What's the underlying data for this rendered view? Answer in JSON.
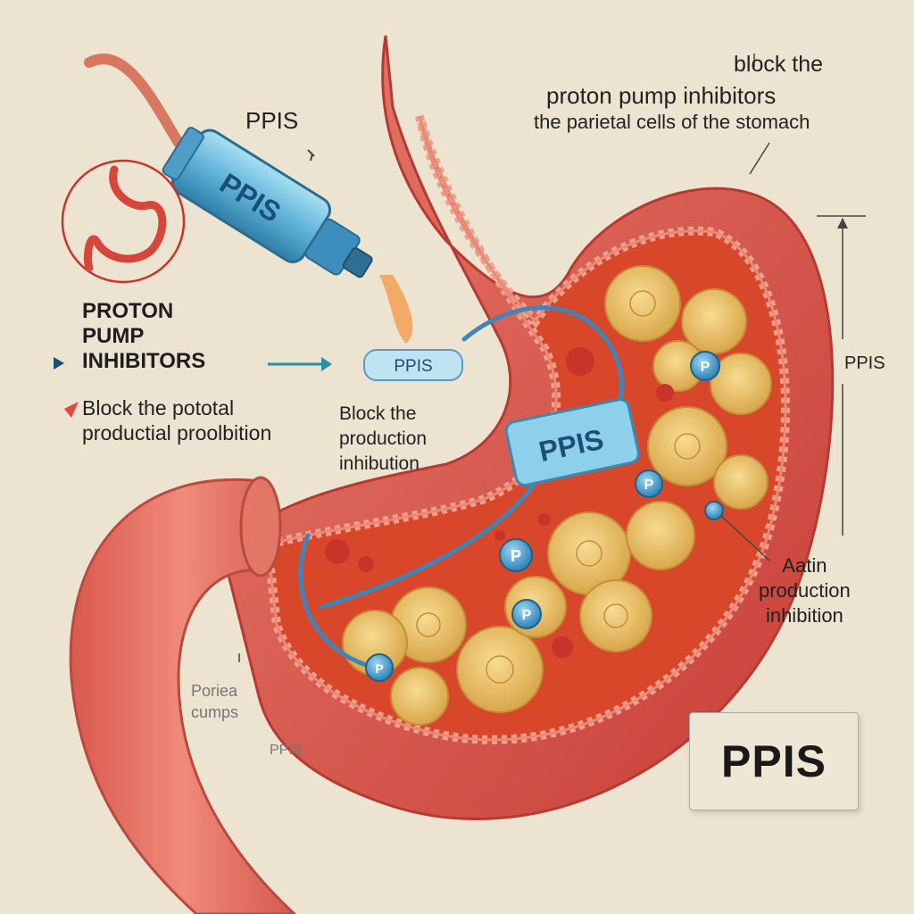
{
  "labels": {
    "top_line1": "block the",
    "top_line2": "proton pump inhibitors",
    "top_line3": "the parietal cells of the stomach",
    "ppis_top": "PPIS",
    "proton_line1": "PROTON",
    "proton_line2": "PUMP",
    "proton_line3": "INHIBITORS",
    "block_left1": "Block the pototal",
    "block_left2": "productial proolbition",
    "block_mid1": "Block the",
    "block_mid2": "production",
    "block_mid3": "inhibution",
    "ppis_right": "PPIS",
    "aatin1": "Aatin",
    "aatin2": "production",
    "aatin3": "inhibition",
    "parietal1": "Poriea",
    "parietal2": "cumps",
    "ppis_small": "PPIS",
    "ppis_box": "PPIS"
  },
  "capsule_label": "PPIS",
  "drug_block_label": "PPIS",
  "small_pill_label": "PPIS",
  "p_markers": [
    "P",
    "P",
    "P",
    "P",
    "P"
  ],
  "colors": {
    "background": "#ece3d0",
    "stomach_wall": "#d9544a",
    "stomach_inner": "#e0552c",
    "parietal_cells": "#e8be5e",
    "pump_blue": "#5aa9d6",
    "text": "#222222"
  }
}
